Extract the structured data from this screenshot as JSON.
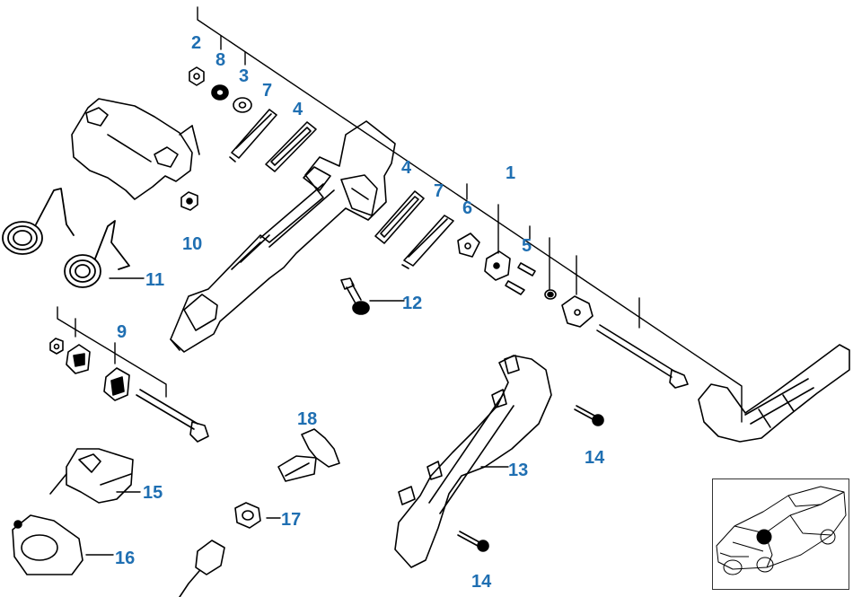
{
  "callouts": {
    "c1": "1",
    "c2": "2",
    "c3": "3",
    "c4a": "4",
    "c4b": "4",
    "c5": "5",
    "c6": "6",
    "c7a": "7",
    "c7b": "7",
    "c8": "8",
    "c9": "9",
    "c10": "10",
    "c11": "11",
    "c12": "12",
    "c13": "13",
    "c14a": "14",
    "c14b": "14",
    "c15": "15",
    "c16": "16",
    "c17": "17",
    "c18": "18"
  },
  "colors": {
    "callout": "#1f6fb2",
    "line": "#000000",
    "background": "#ffffff"
  },
  "thumbnail": {
    "icon": "car-location-icon",
    "marker_color": "#000000"
  }
}
